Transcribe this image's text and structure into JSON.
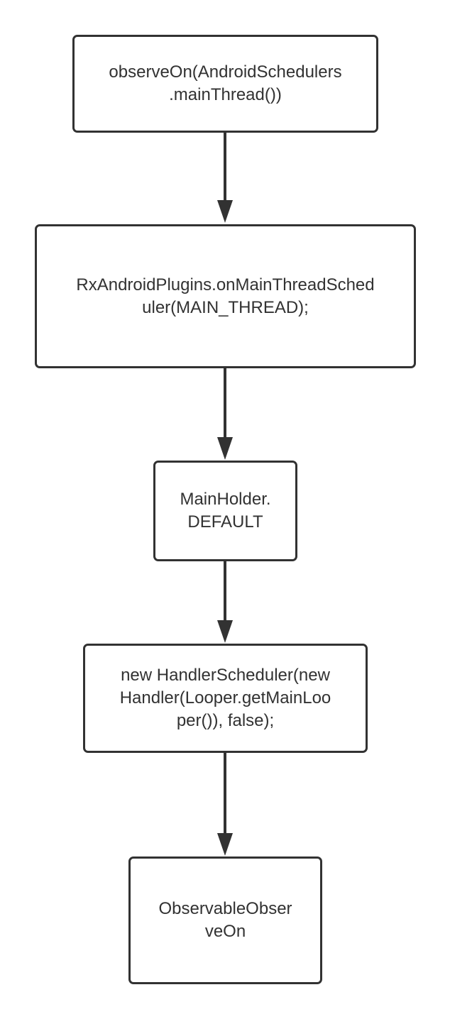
{
  "diagram": {
    "stroke_color": "#323232",
    "text_color": "#323232",
    "background": "#ffffff",
    "nodes": [
      {
        "id": "observe-on-call",
        "lines": [
          "observeOn(AndroidSchedulers",
          ".mainThread())"
        ]
      },
      {
        "id": "plugins-call",
        "lines": [
          "RxAndroidPlugins.onMainThreadSched",
          "uler(MAIN_THREAD);"
        ]
      },
      {
        "id": "main-holder",
        "lines": [
          "MainHolder.",
          "DEFAULT"
        ]
      },
      {
        "id": "handler-scheduler",
        "lines": [
          "new HandlerScheduler(new",
          "Handler(Looper.getMainLoo",
          "per()), false);"
        ]
      },
      {
        "id": "observable-observe-on",
        "lines": [
          "ObservableObser",
          "veOn"
        ]
      }
    ],
    "edges": [
      {
        "from": "observe-on-call",
        "to": "plugins-call"
      },
      {
        "from": "plugins-call",
        "to": "main-holder"
      },
      {
        "from": "main-holder",
        "to": "handler-scheduler"
      },
      {
        "from": "handler-scheduler",
        "to": "observable-observe-on"
      }
    ]
  }
}
